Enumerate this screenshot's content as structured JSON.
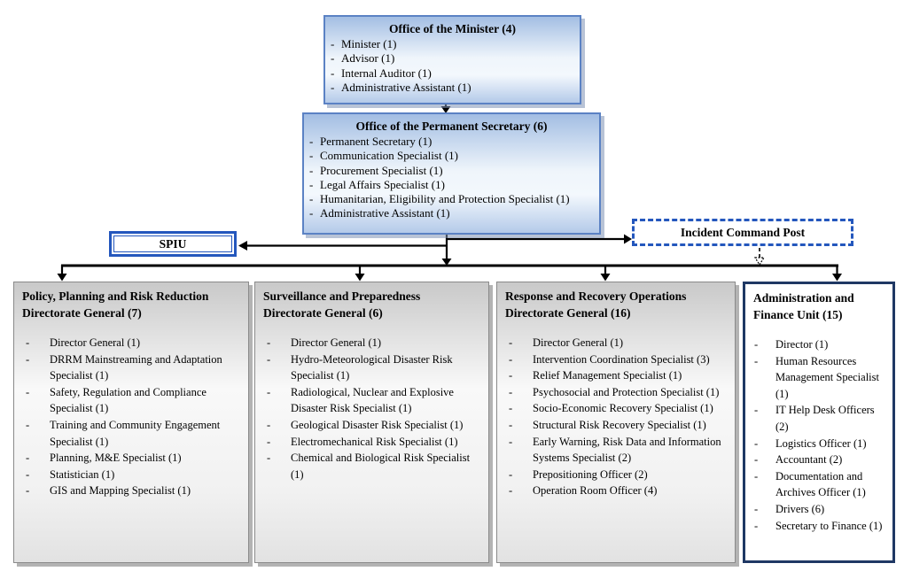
{
  "ui": {
    "bullet": "-"
  },
  "org": {
    "minister": {
      "title": "Office of the Minister (4)",
      "items": [
        "Minister (1)",
        "Advisor (1)",
        "Internal Auditor (1)",
        "Administrative Assistant (1)"
      ]
    },
    "permanent_secretary": {
      "title": "Office of the Permanent Secretary (6)",
      "items": [
        "Permanent Secretary (1)",
        "Communication Specialist (1)",
        "Procurement Specialist (1)",
        "Legal Affairs Specialist (1)",
        "Humanitarian, Eligibility and Protection Specialist (1)",
        "Administrative Assistant (1)"
      ]
    },
    "spiu": {
      "label": "SPIU"
    },
    "icp": {
      "label": "Incident Command Post"
    },
    "directorates": [
      {
        "title": "Policy, Planning and Risk Reduction Directorate General (7)",
        "items": [
          "Director General (1)",
          "DRRM Mainstreaming and Adaptation Specialist (1)",
          "Safety, Regulation and Compliance Specialist (1)",
          "Training and Community Engagement Specialist (1)",
          "Planning, M&E Specialist (1)",
          "Statistician (1)",
          "GIS and Mapping Specialist (1)"
        ]
      },
      {
        "title": "Surveillance and Preparedness Directorate General (6)",
        "items": [
          "Director General (1)",
          "Hydro-Meteorological Disaster Risk Specialist (1)",
          "Radiological, Nuclear and Explosive Disaster Risk Specialist (1)",
          "Geological Disaster Risk Specialist (1)",
          "Electromechanical Risk Specialist (1)",
          "Chemical and Biological Risk Specialist (1)"
        ]
      },
      {
        "title": "Response and Recovery Operations Directorate General (16)",
        "items": [
          "Director General (1)",
          "Intervention Coordination Specialist (3)",
          "Relief Management Specialist (1)",
          "Psychosocial and Protection Specialist (1)",
          "Socio-Economic Recovery Specialist (1)",
          "Structural Risk Recovery Specialist (1)",
          "Early Warning, Risk Data and Information Systems Specialist (2)",
          "Prepositioning Officer (2)",
          "Operation Room Officer (4)"
        ]
      },
      {
        "title": "Administration and Finance Unit (15)",
        "items": [
          "Director (1)",
          "Human Resources Management Specialist (1)",
          "IT Help Desk Officers (2)",
          "Logistics Officer (1)",
          "Accountant (2)",
          "Documentation and Archives Officer (1)",
          "Drivers (6)",
          "Secretary to Finance (1)"
        ]
      }
    ]
  },
  "colors": {
    "blue_border": "#5b82c4",
    "royal_blue": "#2457bd",
    "navy": "#1f3864",
    "line_black": "#000000",
    "gray_border": "#8a8a8a"
  }
}
